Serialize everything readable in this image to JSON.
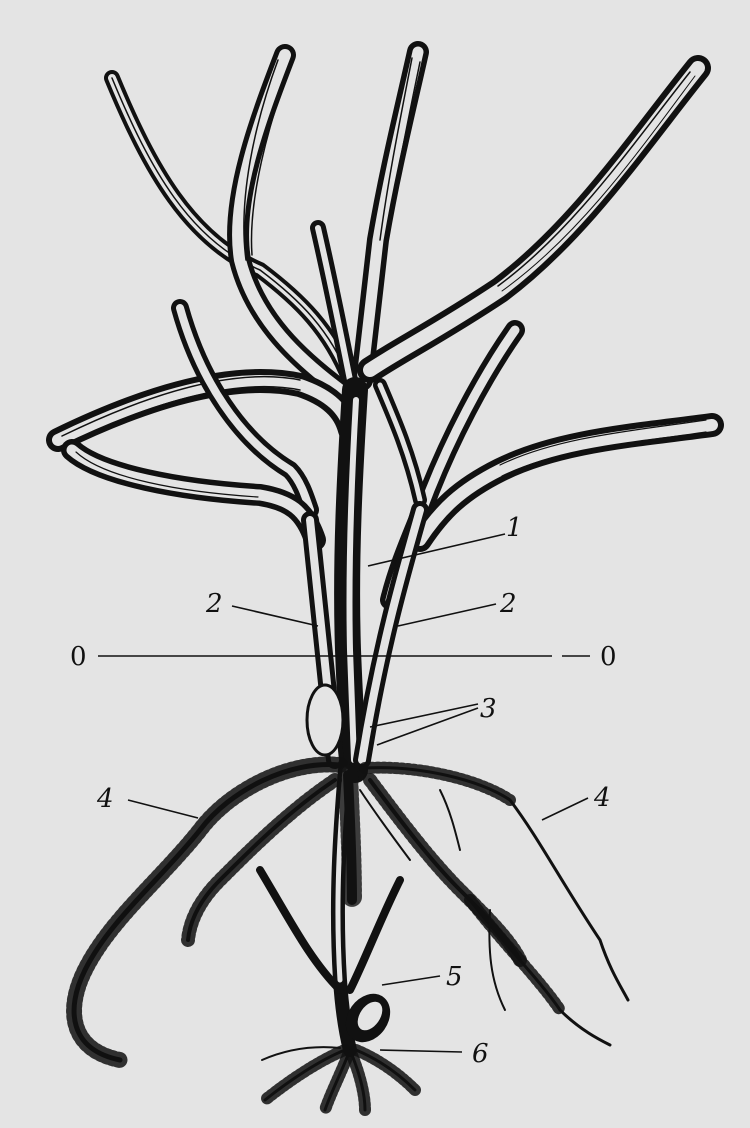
{
  "labels": {
    "l1": "1",
    "l2_left": "2",
    "l2_right": "2",
    "l0_left": "0",
    "l0_right": "0",
    "l3": "3",
    "l4_left": "4",
    "l4_right": "4",
    "l5": "5",
    "l6": "6"
  },
  "colors": {
    "background": "#e4e4e4",
    "ink": "#111111"
  }
}
